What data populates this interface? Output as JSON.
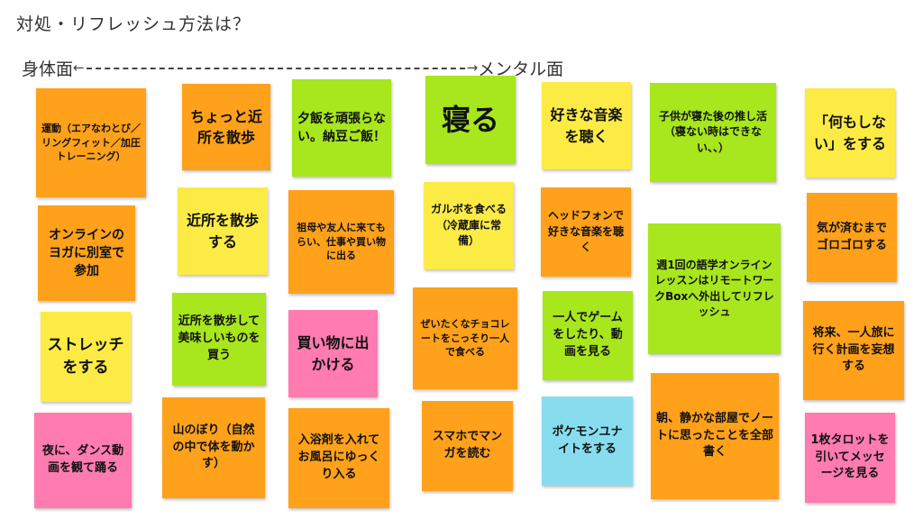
{
  "title": "対処・リフレッシュ方法は？",
  "axis": {
    "left_label": "身体面",
    "right_label": "メンタル面"
  },
  "notes": [
    {
      "id": "n1",
      "text": "運動（エアなわとび／リングフィット／加圧トレーニング）",
      "color": "orange"
    },
    {
      "id": "n2",
      "text": "オンラインのヨガに別室で参加",
      "color": "orange"
    },
    {
      "id": "n3",
      "text": "ストレッチをする",
      "color": "yellow"
    },
    {
      "id": "n4",
      "text": "夜に、ダンス動画を観て踊る",
      "color": "pink"
    },
    {
      "id": "n5",
      "text": "ちょっと近所を散歩",
      "color": "orange"
    },
    {
      "id": "n6",
      "text": "近所を散歩する",
      "color": "yellow"
    },
    {
      "id": "n7",
      "text": "近所を散歩して美味しいものを買う",
      "color": "green"
    },
    {
      "id": "n8",
      "text": "山のぼり（自然の中で体を動かす）",
      "color": "orange"
    },
    {
      "id": "n9",
      "text": "夕飯を頑張らない。納豆ご飯！",
      "color": "green"
    },
    {
      "id": "n10",
      "text": "祖母や友人に来てもらい、仕事や買い物に出る",
      "color": "orange"
    },
    {
      "id": "n11",
      "text": "買い物に出かける",
      "color": "pink"
    },
    {
      "id": "n12",
      "text": "入浴剤を入れてお風呂にゆっくり入る",
      "color": "orange"
    },
    {
      "id": "n13",
      "text": "寝る",
      "color": "green"
    },
    {
      "id": "n14",
      "text": "ガルボを食べる（冷蔵庫に常備）",
      "color": "yellow"
    },
    {
      "id": "n15",
      "text": "ぜいたくなチョコレートをこっそり一人で食べる",
      "color": "orange"
    },
    {
      "id": "n16",
      "text": "スマホでマンガを読む",
      "color": "orange"
    },
    {
      "id": "n17",
      "text": "好きな音楽を聴く",
      "color": "yellow"
    },
    {
      "id": "n18",
      "text": "ヘッドフォンで好きな音楽を聴く",
      "color": "orange"
    },
    {
      "id": "n19",
      "text": "一人でゲームをしたり、動画を見る",
      "color": "green"
    },
    {
      "id": "n20",
      "text": "ポケモンユナイトをする",
      "color": "cyan"
    },
    {
      "id": "n21",
      "text": "子供が寝た後の推し活（寝ない時はできない、、）",
      "color": "green"
    },
    {
      "id": "n22",
      "text": "週1回の語学オンラインレッスンはリモートワークBoxへ外出してリフレッシュ",
      "color": "green"
    },
    {
      "id": "n23",
      "text": "朝、静かな部屋でノートに思ったことを全部書く",
      "color": "orange"
    },
    {
      "id": "n24",
      "text": "「何もしない」をする",
      "color": "yellow"
    },
    {
      "id": "n25",
      "text": "気が済むまでゴロゴロする",
      "color": "orange"
    },
    {
      "id": "n26",
      "text": "将来、一人旅に行く計画を妄想する",
      "color": "orange"
    },
    {
      "id": "n27",
      "text": "1枚タロットを引いてメッセージを見る",
      "color": "pink"
    }
  ]
}
